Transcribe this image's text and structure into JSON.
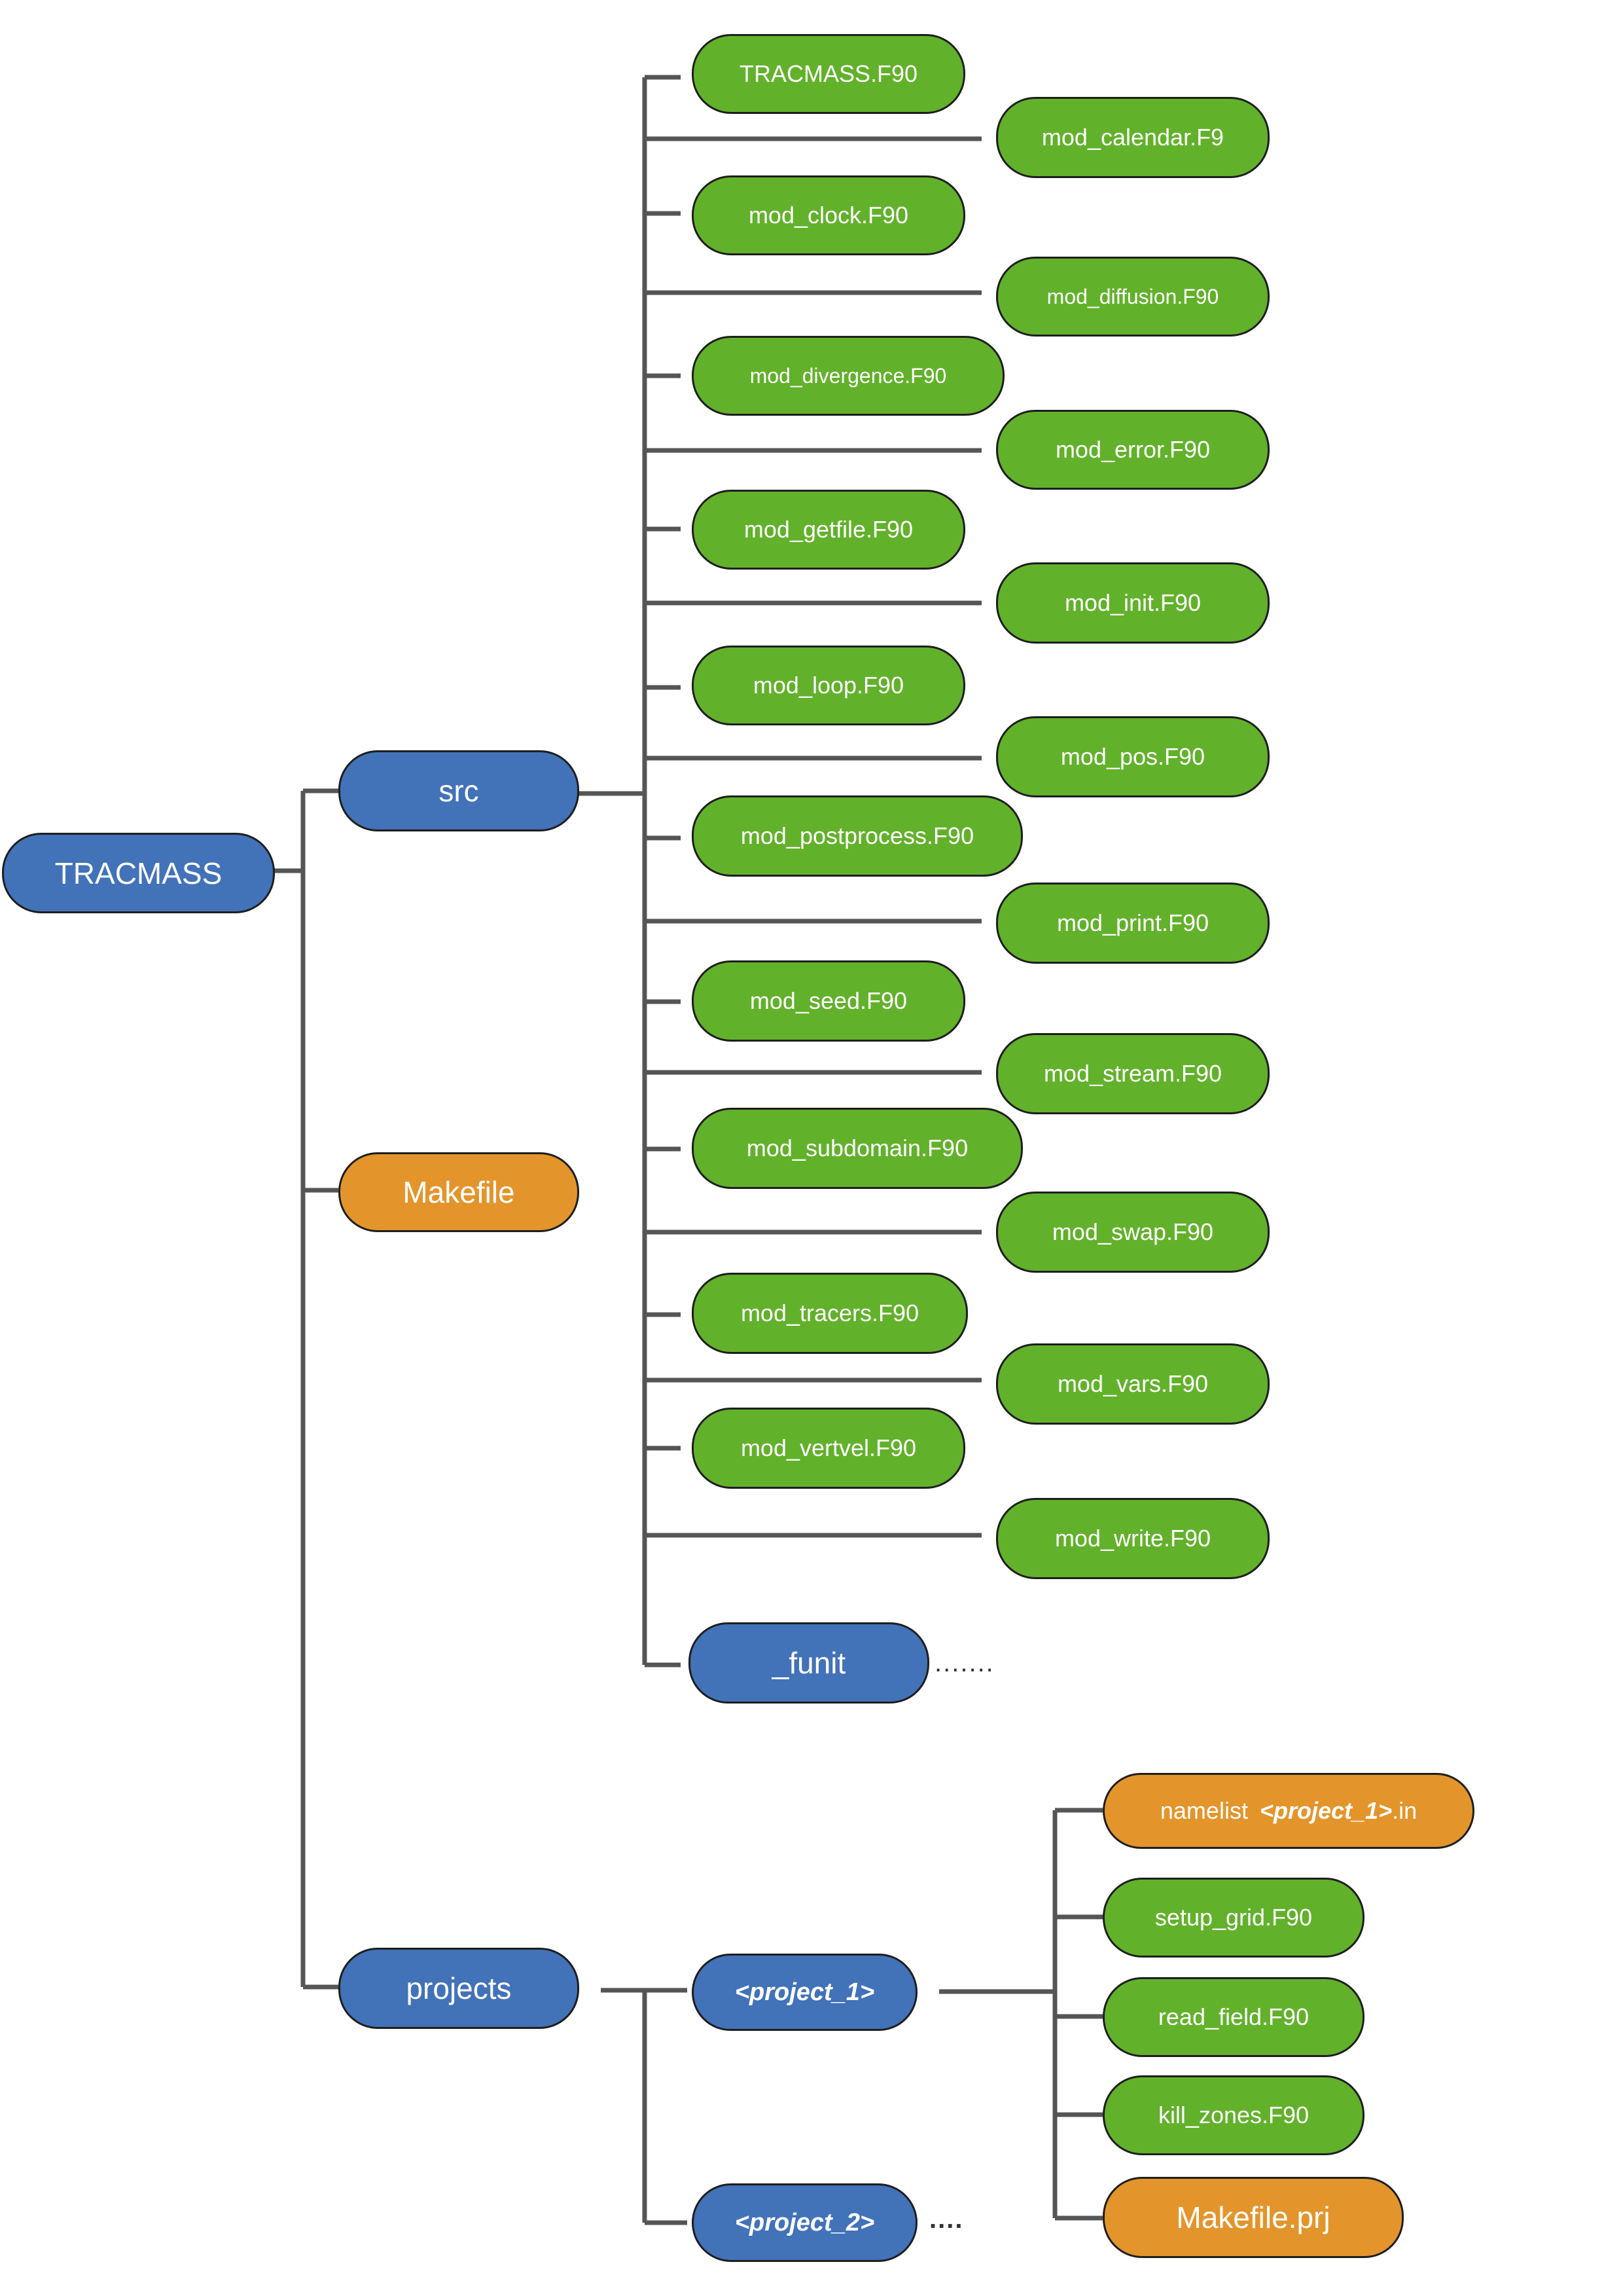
{
  "root": {
    "label": "TRACMASS"
  },
  "level1": {
    "src": "src",
    "makefile": "Makefile",
    "projects": "projects"
  },
  "src_files": [
    "TRACMASS.F90",
    "mod_calendar.F9",
    "mod_clock.F90",
    "mod_diffusion.F90",
    "mod_divergence.F90",
    "mod_error.F90",
    "mod_getfile.F90",
    "mod_init.F90",
    "mod_loop.F90",
    "mod_pos.F90",
    "mod_postprocess.F90",
    "mod_print.F90",
    "mod_seed.F90",
    "mod_stream.F90",
    "mod_subdomain.F90",
    "mod_swap.F90",
    "mod_tracers.F90",
    "mod_vars.F90",
    "mod_vertvel.F90",
    "mod_write.F90"
  ],
  "funit": {
    "label": "_funit",
    "continuation": "......."
  },
  "projects": {
    "project_1": "<project_1>",
    "project_2": "<project_2>",
    "project_2_continuation": "....",
    "project_1_files": {
      "namelist_prefix": "namelist",
      "namelist_project": "<project_1>",
      "namelist_suffix": ".in",
      "setup_grid": "setup_grid.F90",
      "read_field": "read_field.F90",
      "kill_zones": "kill_zones.F90",
      "makefile_prj": "Makefile.prj"
    }
  },
  "colors": {
    "directory": "#4272b8",
    "source_file": "#62b12b",
    "build_file": "#e3952b",
    "connector": "#555555"
  }
}
